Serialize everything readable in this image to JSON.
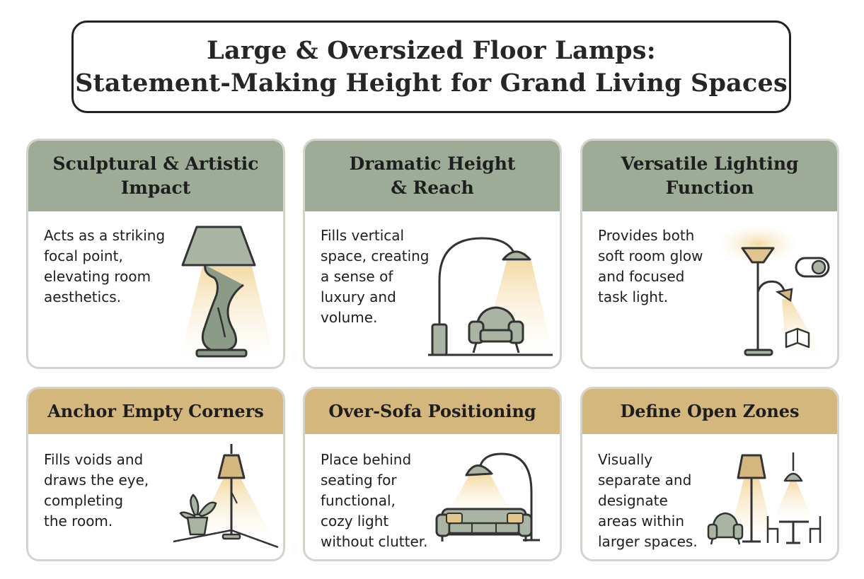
{
  "title": {
    "line1": "Large & Oversized Floor Lamps:",
    "line2": "Statement-Making Height for Grand Living Spaces"
  },
  "cards": [
    {
      "heading": [
        "Sculptural & Artistic",
        "Impact"
      ],
      "body": [
        "Acts as a striking",
        "focal point,",
        "elevating room",
        "aesthetics."
      ],
      "icon": "sculptural-table-lamp-icon"
    },
    {
      "heading": [
        "Dramatic Height",
        "& Reach"
      ],
      "body": [
        "Fills vertical",
        "space, creating",
        "a sense of",
        "luxury and",
        "volume."
      ],
      "icon": "arc-lamp-armchair-icon"
    },
    {
      "heading": [
        "Versatile Lighting",
        "Function"
      ],
      "body": [
        "Provides both",
        "soft room glow",
        "and focused",
        "task light."
      ],
      "icon": "torchiere-reading-lamp-icon"
    },
    {
      "heading": [
        "Anchor Empty Corners"
      ],
      "body": [
        "Fills voids and",
        "draws the eye,",
        "completing",
        "the room."
      ],
      "icon": "corner-lamp-plant-icon"
    },
    {
      "heading": [
        "Over-Sofa Positioning"
      ],
      "body": [
        "Place behind",
        "seating for",
        "functional,",
        "cozy light",
        "without clutter."
      ],
      "icon": "arc-lamp-sofa-icon"
    },
    {
      "heading": [
        "Define Open Zones"
      ],
      "body": [
        "Visually",
        "separate and",
        "designate",
        "areas within",
        "larger spaces."
      ],
      "icon": "zoned-room-icon"
    }
  ],
  "colors": {
    "top_header": "#9dab97",
    "bottom_header": "#d4b77d",
    "lamp_green": "#8c9b88",
    "glow": "#f2ddb0",
    "line": "#333333"
  }
}
